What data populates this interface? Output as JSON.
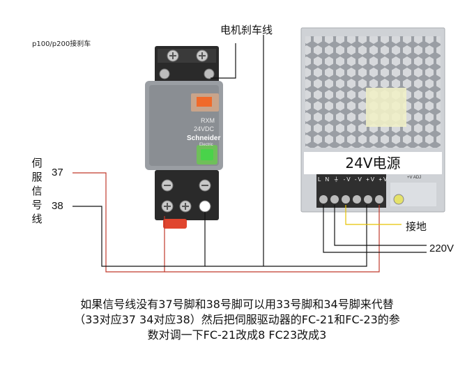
{
  "header_note": "p100/p200接刹车",
  "brake_wire_label": "电机刹车线",
  "servo_signal_label": [
    "伺",
    "服",
    "信",
    "号",
    "线"
  ],
  "pin_37": "37",
  "pin_38": "38",
  "relay": {
    "model": "RXM",
    "voltage": "24VDC",
    "brand": "Schneider",
    "brand_sub": "Electric"
  },
  "power_supply": {
    "title": "24V电源",
    "terminals": [
      "L",
      "N",
      "⏚",
      "-V",
      "-V",
      "+V",
      "+V"
    ],
    "adj_label": "+V ADJ"
  },
  "ground_label": "接地",
  "ac_label": "220V",
  "caption_lines": [
    "如果信号线没有37号脚和38号脚可以用33号脚和34号脚来代替",
    "（33对应37 34对应38）然后把伺服驱动器的FC-21和FC-23的参",
    "数对调一下FC-21改成8 FC23改成3"
  ],
  "colors": {
    "relay_body": "#2a2a2a",
    "relay_cover": "#9a9ea3",
    "relay_led": "#f06a2a",
    "relay_test_button": "#49d34a",
    "relay_base_latch": "#e0452e",
    "psu_body": "#cfd2d6",
    "psu_mesh": "#8c9096",
    "wire_red": "#c0392b",
    "wire_black": "#111111",
    "wire_yellow": "#e6c200"
  }
}
